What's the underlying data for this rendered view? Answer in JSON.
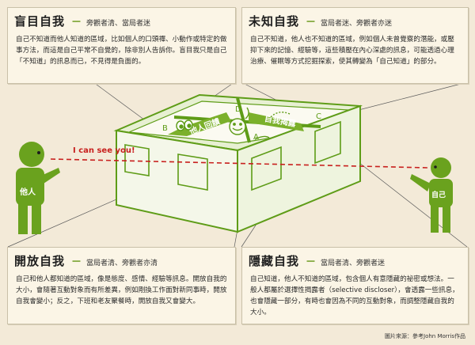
{
  "cards": {
    "blind": {
      "title": "盲目自我",
      "dash": "－",
      "subtitle": "旁觀者清、當局者迷",
      "body": "自己不知道而他人知道的區域，比如個人的口頭禪、小動作或特定的做事方法，而這是自己平常不自覺的，除非別人告訴你。盲目我只是自己「不知道」的訊息而已，不見得是負面的。"
    },
    "unknown": {
      "title": "未知自我",
      "dash": "－",
      "subtitle": "當局者迷、旁觀者亦迷",
      "body": "自己不知道，他人也不知道的區域，例如個人未曾覺察的潛能，或壓抑下來的記憶、經驗等，這些積壓在內心深處的訊息，可能透過心理治療、催眠等方式挖掘探索，使其轉變為「自己知道」的部分。"
    },
    "open": {
      "title": "開放自我",
      "dash": "－",
      "subtitle": "當局者清、旁觀者亦清",
      "body": "自己和他人都知道的區域，像是態度、感情、經驗等訊息。開放自我的大小，會隨著互動對象而有所差異，例如剛換工作面對新同事時，開放自我會變小；反之，下班和老友聚餐時，開放自我又會變大。"
    },
    "hidden": {
      "title": "隱藏自我",
      "dash": "－",
      "subtitle": "當局者清、旁觀者迷",
      "body": "自己知道，他人不知道的區域，包含個人有意隱藏的祕密或想法。一般人都屬於選擇性揭露者（selective discloser），會透露一些訊息，也會隱藏一部分，有時也會因為不同的互動對象，而調整隱藏自我的大小。"
    }
  },
  "diagram": {
    "sight_line_text": "I can see you!",
    "left_person_label": "他人",
    "right_person_label": "自己",
    "arrow_left_label": "他人回饋",
    "arrow_right_label": "自我揭露",
    "room_letters": [
      "A",
      "B",
      "C",
      "D"
    ]
  },
  "credit": "圖片來源：參考John Morris作品",
  "colors": {
    "green": "#6aa21e",
    "green_light": "#a8cf6a",
    "line_red": "#c8201e",
    "background": "#f3ead8"
  }
}
